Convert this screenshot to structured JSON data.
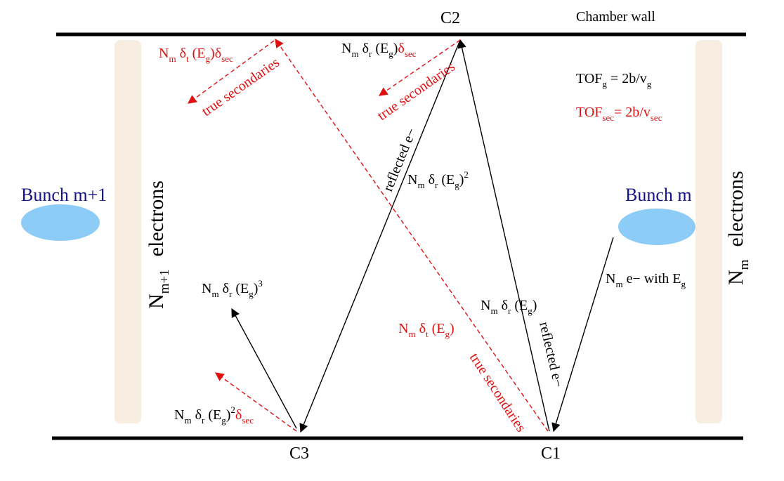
{
  "colors": {
    "black": "#000000",
    "red": "#e01010",
    "navy": "#14148c",
    "bunch_fill": "#8cccf7",
    "band_fill": "#f7ede1"
  },
  "chamber": {
    "label": "Chamber wall"
  },
  "nodes": {
    "c1": "C1",
    "c2": "C2",
    "c3": "C3"
  },
  "bunches": {
    "m": "Bunch m",
    "m1": "Bunch m+1"
  },
  "bands": {
    "left": {
      "n": "N",
      "sub": "m+1",
      "rest": "electrons"
    },
    "right": {
      "n": "N",
      "sub": "m",
      "rest": "electrons"
    }
  },
  "tof": {
    "g": {
      "main": "TOF",
      "sub": "g",
      "eq": " = 2b/v",
      "vsub": "g"
    },
    "sec": {
      "main": "TOF",
      "sub": "sec",
      "eq": "= 2b/v",
      "vsub": "sec"
    }
  },
  "labels": {
    "incoming": {
      "n": "N",
      "sub": "m",
      "text": " e− with E",
      "esub": "g"
    },
    "c1_reflect": {
      "n": "N",
      "sub": "m",
      "d": " δ",
      "dsub": "r",
      "e": " (E",
      "esub": "g",
      "close": ")"
    },
    "c1_true": {
      "n": "N",
      "sub": "m",
      "d": " δ",
      "dsub": "t",
      "e": " (E",
      "esub": "g",
      "close": ")"
    },
    "c2_reflect": {
      "n": "N",
      "sub": "m",
      "d": " δ",
      "dsub": "r",
      "e": " (E",
      "esub": "g",
      "close": ")",
      "sup": "2"
    },
    "c2_top_black": {
      "n": "N",
      "sub": "m",
      "d": " δ",
      "dsub": "r",
      "e": " (E",
      "esub": "g",
      "close": ")"
    },
    "c2_top_red": {
      "d": "δ",
      "dsub": "sec"
    },
    "left_top": {
      "n": "N",
      "sub": "m",
      "d": " δ",
      "dsub": "t",
      "e": " (E",
      "esub": "g",
      "close": ")",
      "d2": "δ",
      "d2sub": "sec"
    },
    "c3_reflect": {
      "n": "N",
      "sub": "m",
      "d": " δ",
      "dsub": "r",
      "e": " (E",
      "esub": "g",
      "close": ")",
      "sup": "3"
    },
    "c3_bottom_black": {
      "n": "N",
      "sub": "m",
      "d": " δ",
      "dsub": "r",
      "e": " (E",
      "esub": "g",
      "close": ")",
      "sup": "2"
    },
    "c3_bottom_red": {
      "d": "δ",
      "dsub": "sec"
    }
  },
  "path_labels": {
    "reflected_e": "reflected e−",
    "true_secondaries": "true secondaries"
  }
}
